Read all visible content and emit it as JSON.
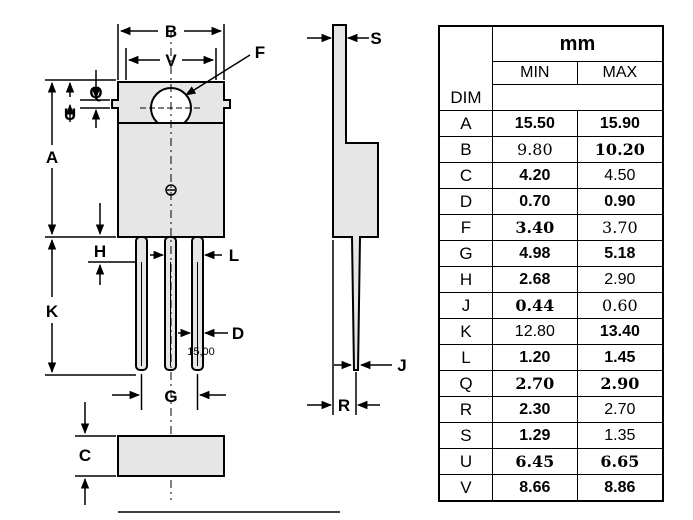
{
  "drawing": {
    "front_labels": {
      "B": "B",
      "V": "V",
      "F": "F",
      "Q": "Q",
      "U": "U",
      "A": "A",
      "H": "H",
      "L": "L",
      "K": "K",
      "D": "D",
      "G": "G",
      "C": "C",
      "pin_note": "15,00"
    },
    "side_labels": {
      "S": "S",
      "J": "J",
      "R": "R"
    }
  },
  "table": {
    "unit": "mm",
    "headers": {
      "dim": "DIM",
      "min": "MIN",
      "max": "MAX"
    },
    "rows": [
      {
        "dim": "A",
        "min": "15.50",
        "max": "15.90"
      },
      {
        "dim": "B",
        "min": "9.80",
        "max": "10.20"
      },
      {
        "dim": "C",
        "min": "4.20",
        "max": "4.50"
      },
      {
        "dim": "D",
        "min": "0.70",
        "max": "0.90"
      },
      {
        "dim": "F",
        "min": "3.40",
        "max": "3.70"
      },
      {
        "dim": "G",
        "min": "4.98",
        "max": "5.18"
      },
      {
        "dim": "H",
        "min": "2.68",
        "max": "2.90"
      },
      {
        "dim": "J",
        "min": "0.44",
        "max": "0.60"
      },
      {
        "dim": "K",
        "min": "12.80",
        "max": "13.40"
      },
      {
        "dim": "L",
        "min": "1.20",
        "max": "1.45"
      },
      {
        "dim": "Q",
        "min": "2.70",
        "max": "2.90"
      },
      {
        "dim": "R",
        "min": "2.30",
        "max": "2.70"
      },
      {
        "dim": "S",
        "min": "1.29",
        "max": "1.35"
      },
      {
        "dim": "U",
        "min": "6.45",
        "max": "6.65"
      },
      {
        "dim": "V",
        "min": "8.66",
        "max": "8.86"
      }
    ]
  }
}
